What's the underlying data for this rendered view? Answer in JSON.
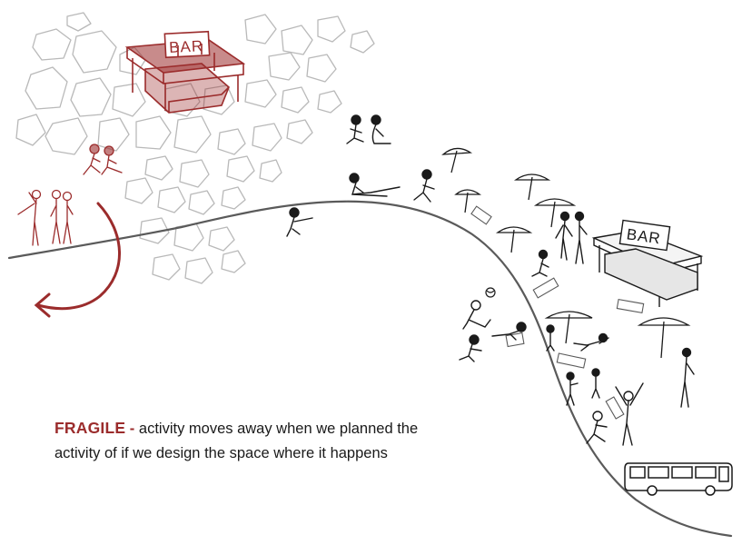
{
  "colors": {
    "accent": "#9b2c2c",
    "ink": "#1a1a1a",
    "rock": "#b9b9b9",
    "ground": "#5a5a5a"
  },
  "signs": {
    "bar_left": "BAR",
    "bar_right": "BAR"
  },
  "caption": {
    "keyword": "FRAGILE",
    "dash": "-",
    "line1_rest": "activity moves away when we planned the",
    "line2": "activity of if we design the space where it happens"
  },
  "icons": [
    "rock-icon",
    "bar-kiosk-icon",
    "person-icon",
    "umbrella-icon",
    "beach-towel-icon",
    "ball-icon",
    "bus-icon",
    "curved-arrow-icon"
  ]
}
